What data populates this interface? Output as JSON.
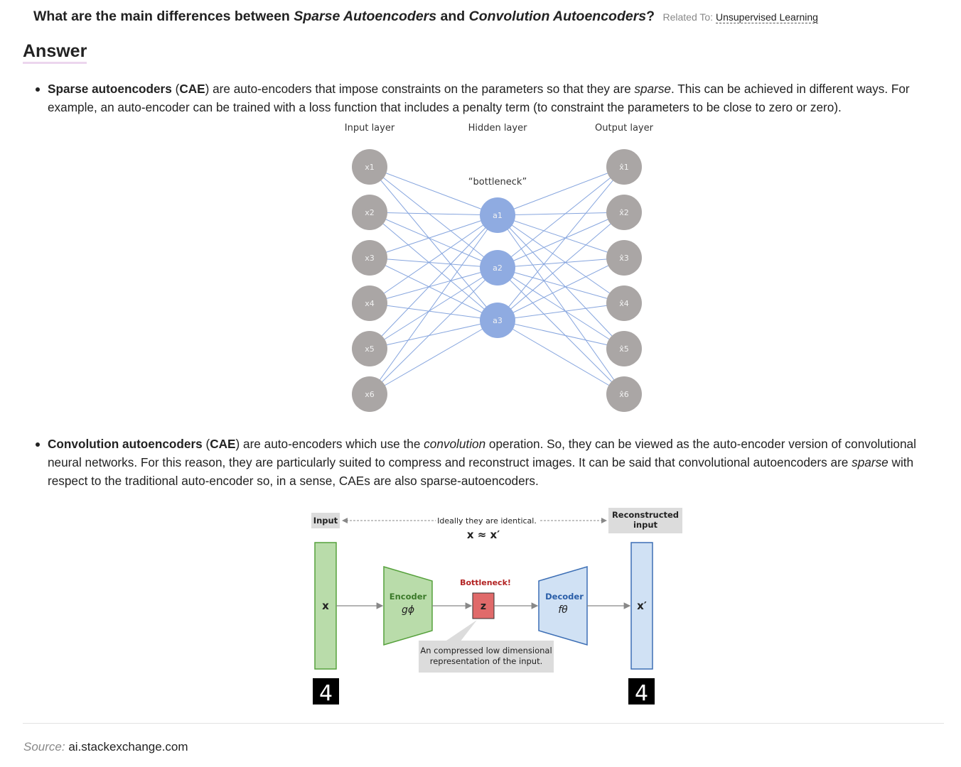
{
  "question": {
    "prefix": "What are the main differences between ",
    "term1": "Sparse Autoencoders",
    "and": " and ",
    "term2": "Convolution Autoencoders",
    "suffix": "?",
    "related_label": "Related To:",
    "related_link": "Unsupervised Learning"
  },
  "answer_heading": "Answer",
  "item1": {
    "bold": "Sparse autoencoders",
    "paren_open": " (",
    "abbr": "CAE",
    "text_a": ") are auto-encoders that impose constraints on the parameters so that they are ",
    "italic": "sparse",
    "text_b": ". This can be achieved in different ways. For example, an auto-encoder can be trained with a loss function that includes a penalty term (to constraint the parameters to be close to zero or zero)."
  },
  "diagram1": {
    "input_layer": "Input layer",
    "hidden_layer": "Hidden layer",
    "output_layer": "Output layer",
    "bottleneck": "“bottleneck”",
    "inputs": [
      "x1",
      "x2",
      "x3",
      "x4",
      "x5",
      "x6"
    ],
    "hidden": [
      "a1",
      "a2",
      "a3"
    ],
    "outputs": [
      "x̂1",
      "x̂2",
      "x̂3",
      "x̂4",
      "x̂5",
      "x̂6"
    ],
    "colors": {
      "input_node": "#aaa6a5",
      "hidden_node": "#8fabe1",
      "edge": "#86a5de"
    }
  },
  "item2": {
    "bold": "Convolution autoencoders",
    "paren_open": " (",
    "abbr": "CAE",
    "text_a": ") are auto-encoders which use the ",
    "italic1": "convolution",
    "text_b": " operation. So, they can be viewed as the auto-encoder version of convolutional neural networks. For this reason, they are particularly suited to compress and reconstruct images. It can be said that convolutional autoencoders are ",
    "italic2": "sparse",
    "text_c": " with respect to the traditional auto-encoder so, in a sense, CAEs are also sparse-autoencoders."
  },
  "diagram2": {
    "input_label": "Input",
    "reconstructed_line1": "Reconstructed",
    "reconstructed_line2": "input",
    "ideal_text": "Ideally they are identical.",
    "ideal_formula": "x ≈ x′",
    "x_label": "x",
    "encoder_label": "Encoder",
    "encoder_fn": "gϕ",
    "bottleneck_label": "Bottleneck!",
    "z_label": "z",
    "decoder_label": "Decoder",
    "decoder_fn": "fθ",
    "xprime_label": "x′",
    "callout_line1": "An compressed low dimensional",
    "callout_line2": "representation of the input.",
    "digit": "4",
    "colors": {
      "green_fill": "#b9dcaa",
      "green_stroke": "#56a13c",
      "blue_fill": "#d0e1f4",
      "blue_stroke": "#3d6fb5",
      "z_fill": "#e06a6a",
      "bottleneck_text": "#b22222"
    }
  },
  "source": {
    "label": "Source:",
    "value": "ai.stackexchange.com"
  }
}
